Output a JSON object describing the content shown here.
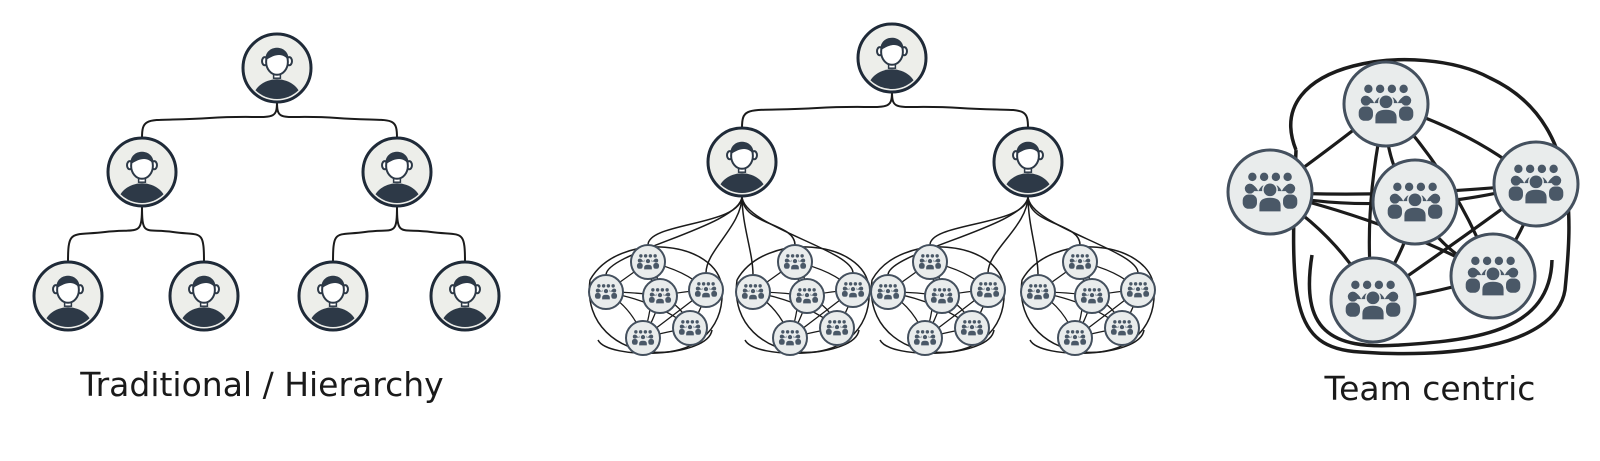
{
  "colors": {
    "background": "#ffffff",
    "node_ring": "#1f2a38",
    "node_fill": "#edeeea",
    "person_dark": "#2d3947",
    "group_fill": "#4a5867",
    "team_ring": "#44505e",
    "team_fill": "#e9ecec",
    "edge": "#1b1b1b"
  },
  "icons": {
    "manager_node": "person-avatar-icon",
    "team_node": "people-group-icon"
  },
  "diagrams": [
    {
      "id": "traditional-hierarchy",
      "caption": "Traditional / Hierarchy",
      "levels": [
        {
          "level": 0,
          "node_count": 1,
          "icon": "person-avatar-icon"
        },
        {
          "level": 1,
          "node_count": 2,
          "icon": "person-avatar-icon"
        },
        {
          "level": 2,
          "node_count": 4,
          "icon": "person-avatar-icon"
        }
      ]
    },
    {
      "id": "hybrid-hierarchy-teams",
      "caption": "",
      "levels": [
        {
          "level": 0,
          "node_count": 1,
          "icon": "person-avatar-icon"
        },
        {
          "level": 1,
          "node_count": 2,
          "icon": "person-avatar-icon"
        },
        {
          "level": 2,
          "cluster_count": 4,
          "teams_per_cluster": 6,
          "icon": "people-group-icon"
        }
      ]
    },
    {
      "id": "team-centric",
      "caption": "Team centric",
      "team_count": 6,
      "icon": "people-group-icon"
    }
  ]
}
